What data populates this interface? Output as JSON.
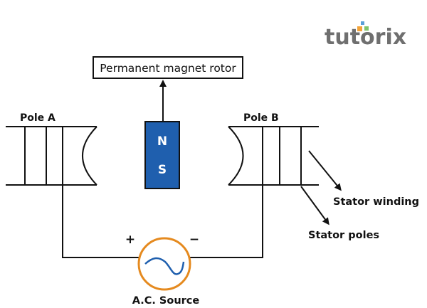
{
  "logo": {
    "text_main": "tutori",
    "text_x": "x",
    "text_color": "#6f6f6f",
    "dot_colors": [
      "#5aa0d8",
      "#f2a33a",
      "#7fc46b"
    ]
  },
  "rotor_label": "Permanent magnet rotor",
  "magnet": {
    "north": "N",
    "south": "S",
    "color": "#1f5fae"
  },
  "poles": {
    "a_label": "Pole A",
    "b_label": "Pole B"
  },
  "annotations": {
    "stator_winding": "Stator winding",
    "stator_poles": "Stator poles"
  },
  "source": {
    "label": "A.C. Source",
    "plus": "+",
    "minus": "−",
    "ring_color": "#e58a1f",
    "wave_color": "#1f5fae"
  }
}
